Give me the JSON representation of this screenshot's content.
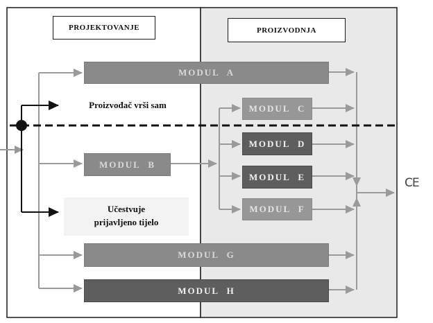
{
  "phases": {
    "design": "PROJEKTOVANJE",
    "production": "PROIZVODNJA"
  },
  "modules": {
    "a": "MODUL   A",
    "b": "MODUL   B",
    "c": "MODUL   C",
    "d": "MODUL   D",
    "e": "MODUL   E",
    "f": "MODUL   F",
    "g": "MODUL   G",
    "h": "MODUL   H"
  },
  "labels": {
    "manufacturer": "Proizvođač vrši sam",
    "notified_body_line1": "Učestvuje",
    "notified_body_line2": "prijavljeno tijelo"
  },
  "mark": "CE",
  "colors": {
    "design_bg": "#ffffff",
    "production_bg": "#e9e9e9",
    "module_light": "#8a8a8a",
    "module_dark": "#5e5e5e",
    "arrow_gray": "#9a9a9a",
    "line_black": "#111111"
  }
}
